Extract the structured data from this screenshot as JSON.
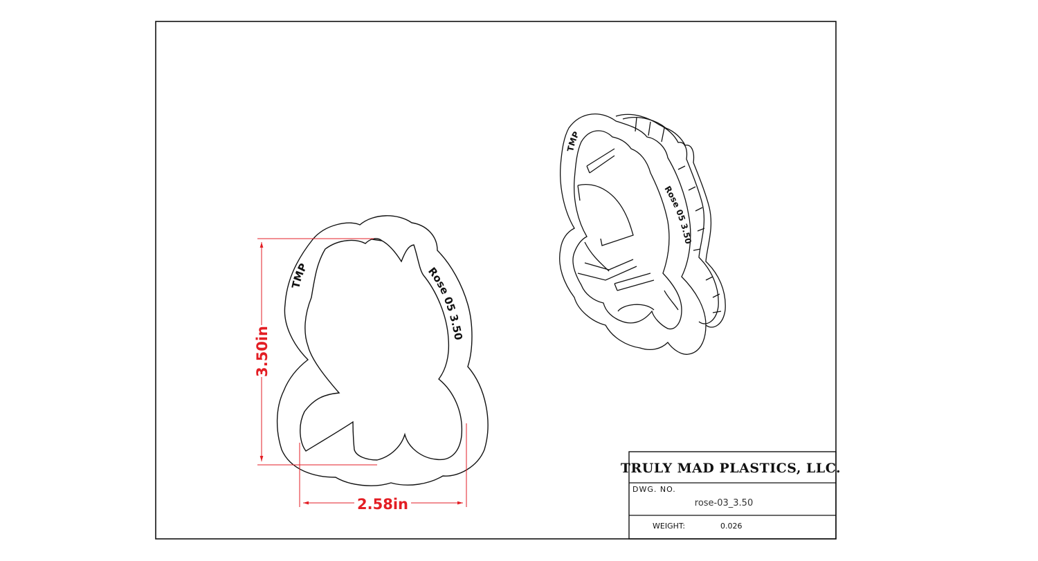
{
  "title_block": {
    "company": "TRULY MAD PLASTICS, LLC.",
    "dwg_no_label": "DWG.  NO.",
    "dwg_no_value": "rose-03_3.50",
    "weight_label": "WEIGHT:",
    "weight_value": "0.026"
  },
  "dimensions": {
    "height": "3.50in",
    "width": "2.58in"
  },
  "emboss": {
    "brand": "TMP",
    "label": "Rose 05  3.50"
  },
  "colors": {
    "dimension": "#e31e24",
    "lines": "#111111"
  }
}
